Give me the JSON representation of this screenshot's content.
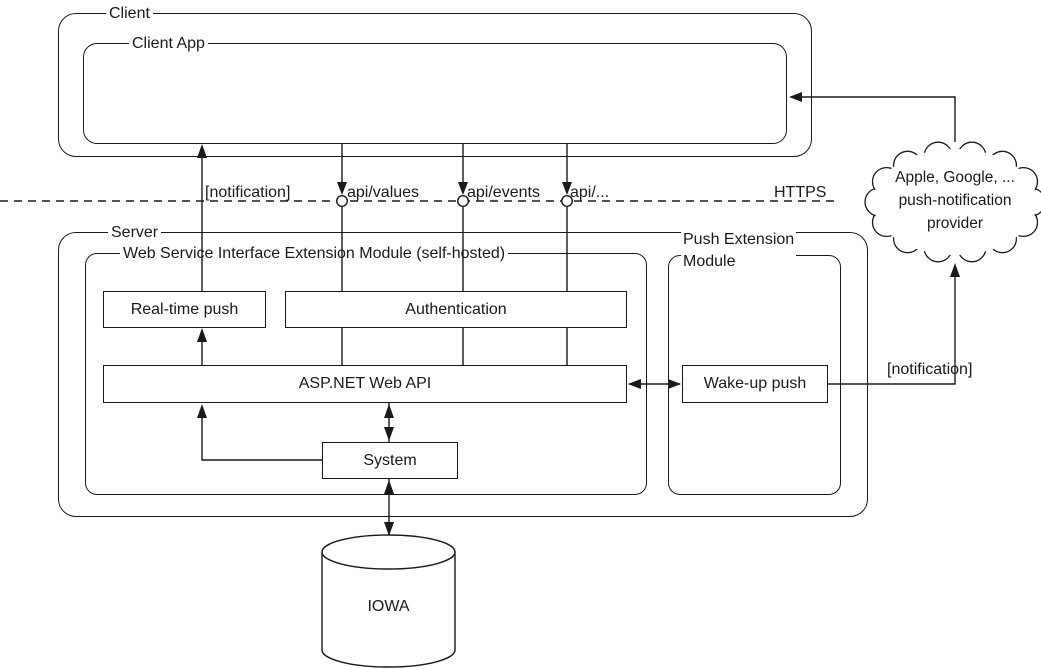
{
  "client": {
    "label": "Client",
    "app_label": "Client App"
  },
  "boundary": {
    "notification": "[notification]",
    "api_values": "api/values",
    "api_events": "api/events",
    "api_more": "api/...",
    "protocol": "HTTPS"
  },
  "server": {
    "label": "Server",
    "module_label": "Web Service Interface Extension Module (self-hosted)",
    "realtime_push": "Real-time push",
    "authentication": "Authentication",
    "web_api": "ASP.NET Web API",
    "system": "System"
  },
  "push_module": {
    "label_line1": "Push Extension",
    "label_line2": "Module",
    "wakeup_push": "Wake-up push",
    "notification": "[notification]"
  },
  "cloud": {
    "line1": "Apple, Google, ...",
    "line2": "push-notification",
    "line3": "provider"
  },
  "database": {
    "label": "IOWA"
  },
  "colors": {
    "line": "#1a1a1a",
    "background": "#ffffff"
  }
}
